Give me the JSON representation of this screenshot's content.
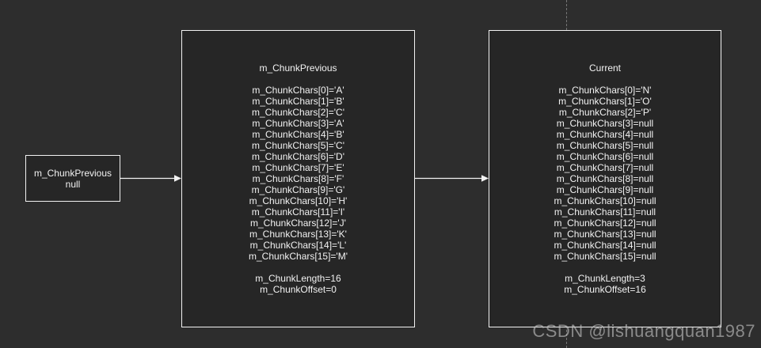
{
  "canvas": {
    "background": "#2d2d2d",
    "node_fill": "#262626",
    "stroke_color": "#f2f2f2",
    "guide_color": "#767676"
  },
  "left_box": {
    "line1": "m_ChunkPrevious",
    "line2": "null"
  },
  "middle_box": {
    "title": "m_ChunkPrevious",
    "chars": [
      "m_ChunkChars[0]='A'",
      "m_ChunkChars[1]='B'",
      "m_ChunkChars[2]='C'",
      "m_ChunkChars[3]='A'",
      "m_ChunkChars[4]='B'",
      "m_ChunkChars[5]='C'",
      "m_ChunkChars[6]='D'",
      "m_ChunkChars[7]='E'",
      "m_ChunkChars[8]='F'",
      "m_ChunkChars[9]='G'",
      "m_ChunkChars[10]='H'",
      "m_ChunkChars[11]='I'",
      "m_ChunkChars[12]='J'",
      "m_ChunkChars[13]='K'",
      "m_ChunkChars[14]='L'",
      "m_ChunkChars[15]='M'"
    ],
    "footer": [
      "m_ChunkLength=16",
      "m_ChunkOffset=0"
    ]
  },
  "right_box": {
    "title": "Current",
    "chars": [
      "m_ChunkChars[0]='N'",
      "m_ChunkChars[1]='O'",
      "m_ChunkChars[2]='P'",
      "m_ChunkChars[3]=null",
      "m_ChunkChars[4]=null",
      "m_ChunkChars[5]=null",
      "m_ChunkChars[6]=null",
      "m_ChunkChars[7]=null",
      "m_ChunkChars[8]=null",
      "m_ChunkChars[9]=null",
      "m_ChunkChars[10]=null",
      "m_ChunkChars[11]=null",
      "m_ChunkChars[12]=null",
      "m_ChunkChars[13]=null",
      "m_ChunkChars[14]=null",
      "m_ChunkChars[15]=null"
    ],
    "footer": [
      "m_ChunkLength=3",
      "m_ChunkOffset=16"
    ]
  },
  "watermark": {
    "text": "CSDN @lishuangquan1987"
  }
}
